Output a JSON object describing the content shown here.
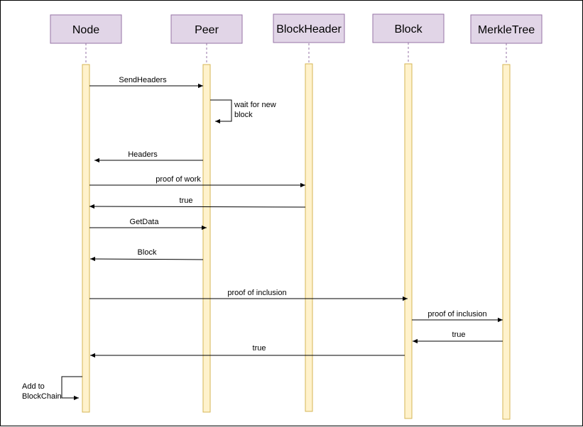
{
  "diagram": {
    "actors": [
      {
        "id": "node",
        "label": "Node"
      },
      {
        "id": "peer",
        "label": "Peer"
      },
      {
        "id": "blockheader",
        "label": "BlockHeader"
      },
      {
        "id": "block",
        "label": "Block"
      },
      {
        "id": "merkletree",
        "label": "MerkleTree"
      }
    ],
    "messages": [
      {
        "label": "SendHeaders",
        "from": "node",
        "to": "peer"
      },
      {
        "label": "wait for new block",
        "from": "peer",
        "to": "peer"
      },
      {
        "label": "Headers",
        "from": "peer",
        "to": "node"
      },
      {
        "label": "proof of work",
        "from": "node",
        "to": "blockheader"
      },
      {
        "label": "true",
        "from": "blockheader",
        "to": "node"
      },
      {
        "label": "GetData",
        "from": "node",
        "to": "peer"
      },
      {
        "label": "Block",
        "from": "peer",
        "to": "node"
      },
      {
        "label": "proof of inclusion",
        "from": "node",
        "to": "block"
      },
      {
        "label": "proof of inclusion",
        "from": "block",
        "to": "merkletree"
      },
      {
        "label": "true",
        "from": "merkletree",
        "to": "block"
      },
      {
        "label": "true",
        "from": "block",
        "to": "node"
      },
      {
        "label": "Add to BlockChain",
        "from": "node",
        "to": "node"
      }
    ]
  }
}
